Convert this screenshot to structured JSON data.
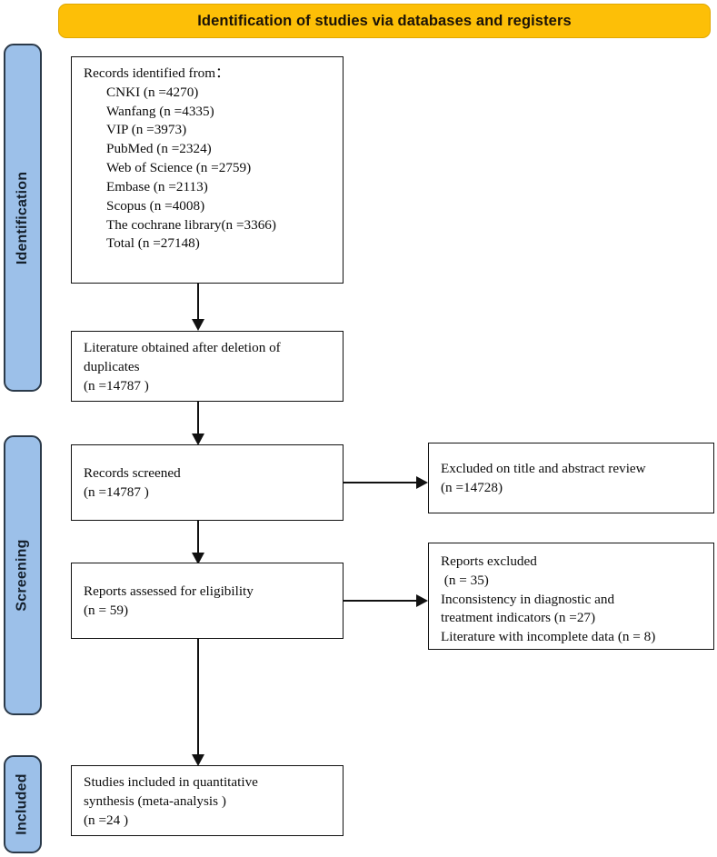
{
  "header": {
    "title": "Identification of studies via databases and registers",
    "background_color": "#FDBF07"
  },
  "stages": [
    {
      "label": "Identification"
    },
    {
      "label": "Screening"
    },
    {
      "label": "Included"
    }
  ],
  "stage_bar_color": "#9CC0E9",
  "boxes": {
    "records_identified": {
      "name": "records-identified-box",
      "lines": [
        {
          "text": "Records identified from：",
          "indent": false
        },
        {
          "text": "CNKI (n =4270)",
          "indent": true
        },
        {
          "text": "Wanfang (n =4335)",
          "indent": true
        },
        {
          "text": "VIP (n =3973)",
          "indent": true
        },
        {
          "text": "PubMed (n =2324)",
          "indent": true
        },
        {
          "text": "Web of Science (n =2759)",
          "indent": true
        },
        {
          "text": "Embase (n =2113)",
          "indent": true
        },
        {
          "text": "Scopus (n =4008)",
          "indent": true
        },
        {
          "text": "The cochrane library(n =3366)",
          "indent": true
        },
        {
          "text": "Total (n =27148)",
          "indent": true
        }
      ]
    },
    "duplicates_removed": {
      "name": "duplicates-removed-box",
      "lines": [
        {
          "text": "Literature obtained after deletion of",
          "indent": false
        },
        {
          "text": "duplicates",
          "indent": false
        },
        {
          "text": "(n =14787 )",
          "indent": false
        }
      ]
    },
    "records_screened": {
      "name": "records-screened-box",
      "lines": [
        {
          "text": "Records screened",
          "indent": false
        },
        {
          "text": "(n =14787 )",
          "indent": false
        }
      ]
    },
    "excluded_title_abstract": {
      "name": "excluded-title-abstract-box",
      "lines": [
        {
          "text": "Excluded on title and abstract review",
          "indent": false
        },
        {
          "text": "(n =14728)",
          "indent": false
        }
      ]
    },
    "reports_assessed": {
      "name": "reports-assessed-box",
      "lines": [
        {
          "text": "Reports assessed for eligibility",
          "indent": false
        },
        {
          "text": "(n = 59)",
          "indent": false
        }
      ]
    },
    "reports_excluded": {
      "name": "reports-excluded-box",
      "lines": [
        {
          "text": "Reports excluded",
          "indent": false
        },
        {
          "text": " (n = 35)",
          "indent": false
        },
        {
          "text": "Inconsistency in diagnostic and",
          "indent": false
        },
        {
          "text": "treatment indicators (n =27)",
          "indent": false
        },
        {
          "text": "Literature with incomplete data (n = 8)",
          "indent": false
        }
      ]
    },
    "studies_included": {
      "name": "studies-included-box",
      "lines": [
        {
          "text": "Studies included in quantitative",
          "indent": false
        },
        {
          "text": "synthesis (meta-analysis )",
          "indent": false
        },
        {
          "text": "(n =24 )",
          "indent": false
        }
      ]
    }
  },
  "chart_data": {
    "type": "diagram",
    "subtype": "prisma-flow",
    "title": "Identification of studies via databases and registers",
    "stages": [
      "Identification",
      "Screening",
      "Included"
    ],
    "sources": [
      {
        "database": "CNKI",
        "n": 4270
      },
      {
        "database": "Wanfang",
        "n": 4335
      },
      {
        "database": "VIP",
        "n": 3973
      },
      {
        "database": "PubMed",
        "n": 2324
      },
      {
        "database": "Web of Science",
        "n": 2759
      },
      {
        "database": "Embase",
        "n": 2113
      },
      {
        "database": "Scopus",
        "n": 4008
      },
      {
        "database": "The cochrane library",
        "n": 3366
      }
    ],
    "total_identified": 27148,
    "after_duplicates_removed": 14787,
    "records_screened": 14787,
    "excluded_on_title_and_abstract": 14728,
    "reports_assessed_for_eligibility": 59,
    "reports_excluded_total": 35,
    "reports_excluded_reasons": [
      {
        "reason": "Inconsistency in diagnostic and treatment indicators",
        "n": 27
      },
      {
        "reason": "Literature with incomplete data",
        "n": 8
      }
    ],
    "studies_included_in_quantitative_synthesis": 24
  }
}
